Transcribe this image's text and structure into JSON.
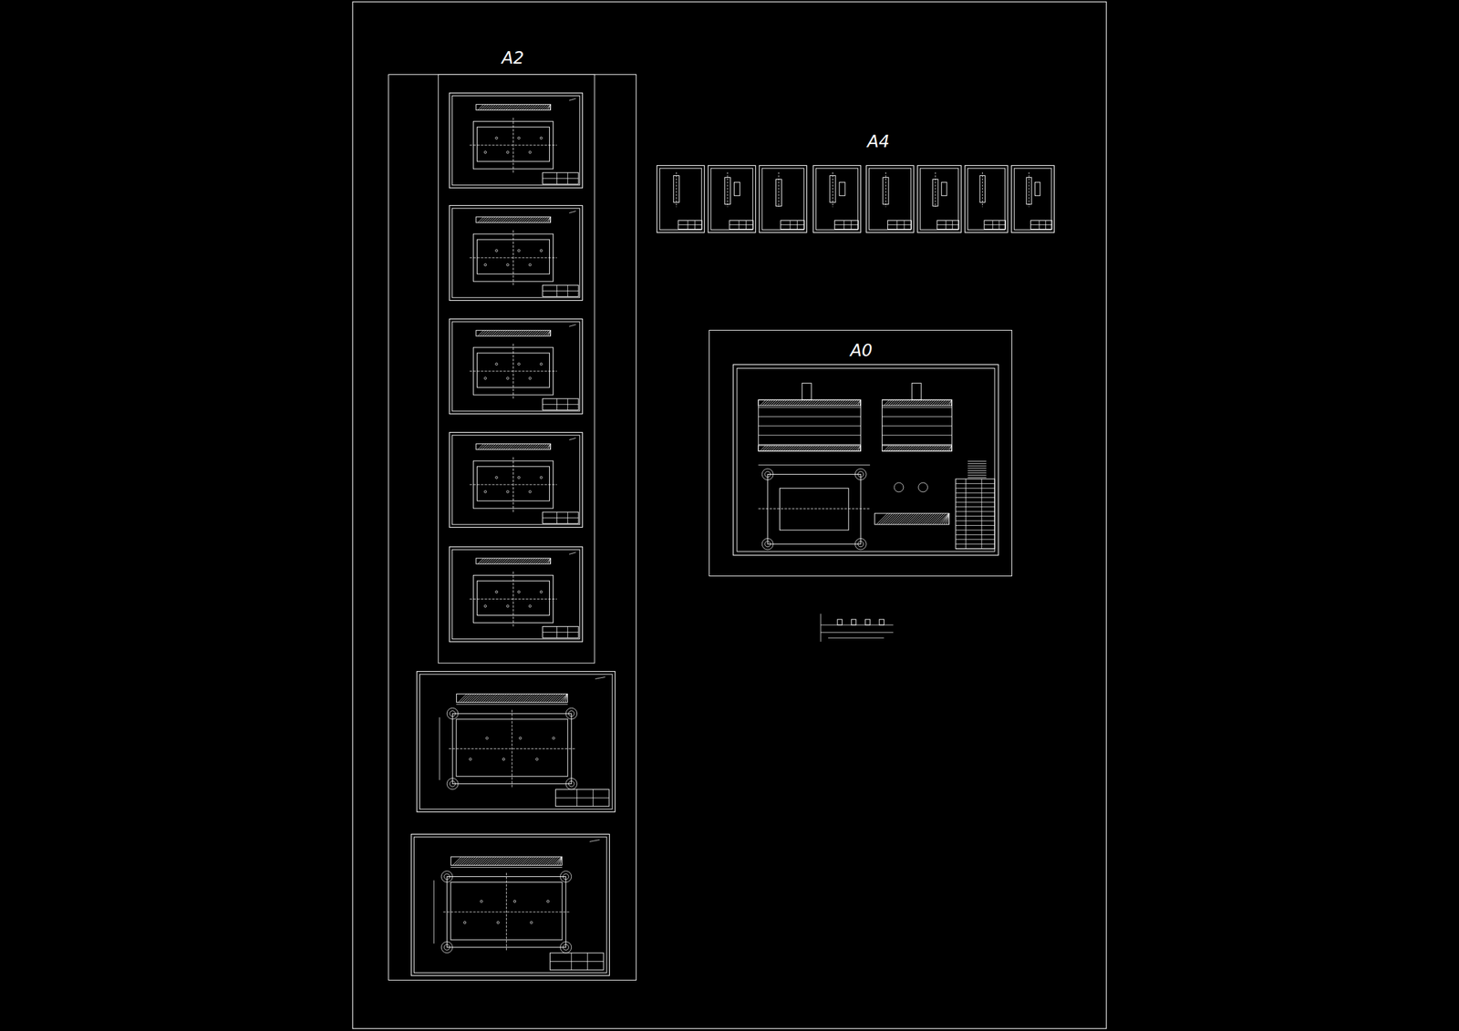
{
  "diagram": {
    "nodes": [
      {
        "text": [
          "A2"
        ]
      },
      {
        "text": [
          "A0"
        ]
      }
    ],
    "labels": [
      "A4"
    ]
  }
}
